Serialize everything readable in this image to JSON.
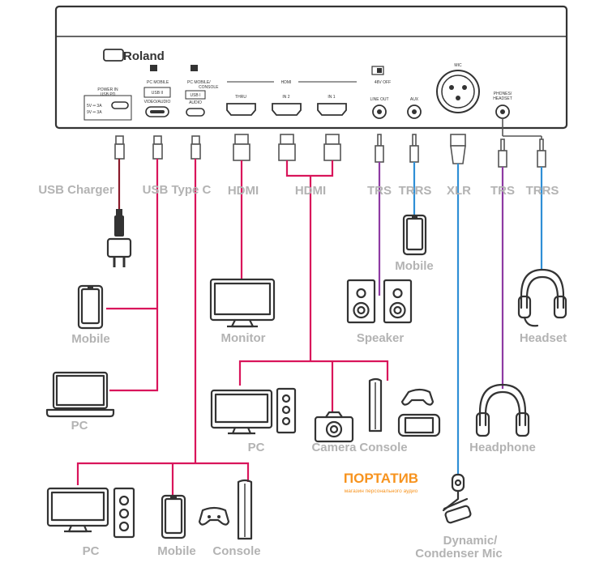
{
  "device": {
    "brand": "Roland",
    "switch_usb2": "PC   MOBILE",
    "switch_usb1": "PC   MOBILE/",
    "switch_usb1_b": "CONSOLE",
    "usb2_label": "USB II",
    "usb2_sub": "VIDEO/AUDIO",
    "usb1_label": "USB I",
    "usb1_sub": "AUDIO",
    "power_label": "POWER IN",
    "power_sub": "USB PD",
    "power_spec1": "5V ═ 3A",
    "power_spec2": "9V ═ 3A",
    "hdmi_group": "HDMI",
    "thru": "THRU",
    "in2": "IN 2",
    "in1": "IN 1",
    "phantom": "48V  OFF",
    "line_out": "LINE OUT",
    "aux": "AUX",
    "mic": "MIC",
    "phones1": "PHONES/",
    "phones2": "HEADSET"
  },
  "cable_labels": {
    "usb_charger": "USB Charger",
    "usb_type_c": "USB Type C",
    "hdmi_thru": "HDMI",
    "hdmi_in": "HDMI",
    "trs_line": "TRS",
    "trrs_aux": "TRRS",
    "xlr": "XLR",
    "trs_phones": "TRS",
    "trrs_headset": "TRRS"
  },
  "device_labels": {
    "mobile_top": "Mobile",
    "pc_top": "PC",
    "monitor": "Monitor",
    "mobile_aux": "Mobile",
    "speaker": "Speaker",
    "headset": "Headset",
    "pc_hdmi": "PC",
    "camera": "Camera",
    "console_hdmi": "Console",
    "headphone": "Headphone",
    "pc_bottom": "PC",
    "mobile_bottom": "Mobile",
    "console_bottom": "Console",
    "mic1": "Dynamic/",
    "mic2": "Condenser Mic"
  },
  "watermark": {
    "name": "ПОРТАТИВ",
    "tagline": "магазин персонального аудио"
  },
  "colors": {
    "red": "#d9155b",
    "dark_red": "#8a1a2a",
    "purple": "#8e3aa3",
    "blue": "#2f8fd6",
    "label_gray": "#b3b3b3",
    "watermark_orange": "#f7931e"
  }
}
